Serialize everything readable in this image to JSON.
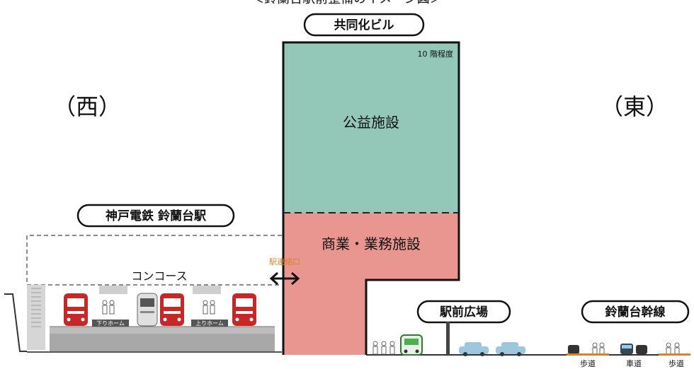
{
  "caption": "＜鈴蘭台駅前整備のイメージ図＞",
  "building": {
    "title": "共同化ビル",
    "floors": "10 階程度",
    "upper_use": "公益施設",
    "lower_use": "商業・業務施設",
    "upper_color": "#93c8b8",
    "lower_color": "#e8968f"
  },
  "west_label": "（西）",
  "east_label": "（東）",
  "station": {
    "name": "神戸電鉄 鈴蘭台駅",
    "concourse": "コンコース",
    "platform_down": "下りホーム",
    "platform_up": "上りホーム",
    "train_color": "#c62828"
  },
  "connector": {
    "label": "駅連絡口"
  },
  "plaza": {
    "label": "駅前広場"
  },
  "trunk_road": {
    "label": "鈴蘭台幹線",
    "sidewalk_1": "歩道",
    "roadway": "車道",
    "sidewalk_2": "歩道"
  }
}
